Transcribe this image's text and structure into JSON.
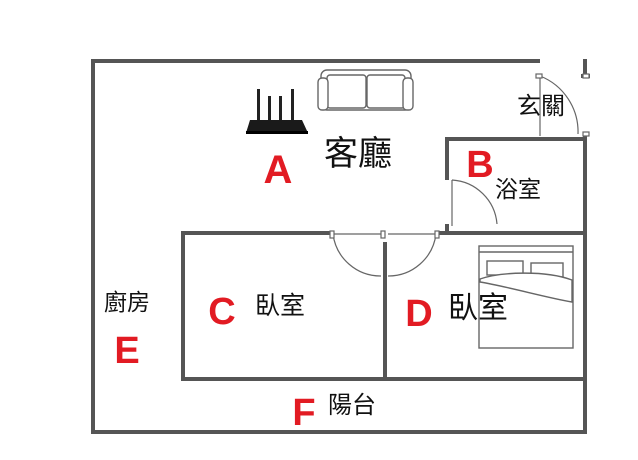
{
  "colors": {
    "wall": "#555555",
    "accent": "#e21b23",
    "text": "#111111",
    "furniture": "#666666"
  },
  "icons": [
    "router-icon",
    "sofa-icon",
    "bed-icon",
    "door-swing-icon"
  ],
  "rooms": {
    "living": {
      "letter": "A",
      "label": "客廳"
    },
    "bathroom": {
      "letter": "B",
      "label": "浴室"
    },
    "bedroom_c": {
      "letter": "C",
      "label": "臥室"
    },
    "bedroom_d": {
      "letter": "D",
      "label": "臥室"
    },
    "kitchen": {
      "letter": "E",
      "label": "廚房"
    },
    "balcony": {
      "letter": "F",
      "label": "陽台"
    },
    "entrance": {
      "label": "玄關"
    }
  }
}
